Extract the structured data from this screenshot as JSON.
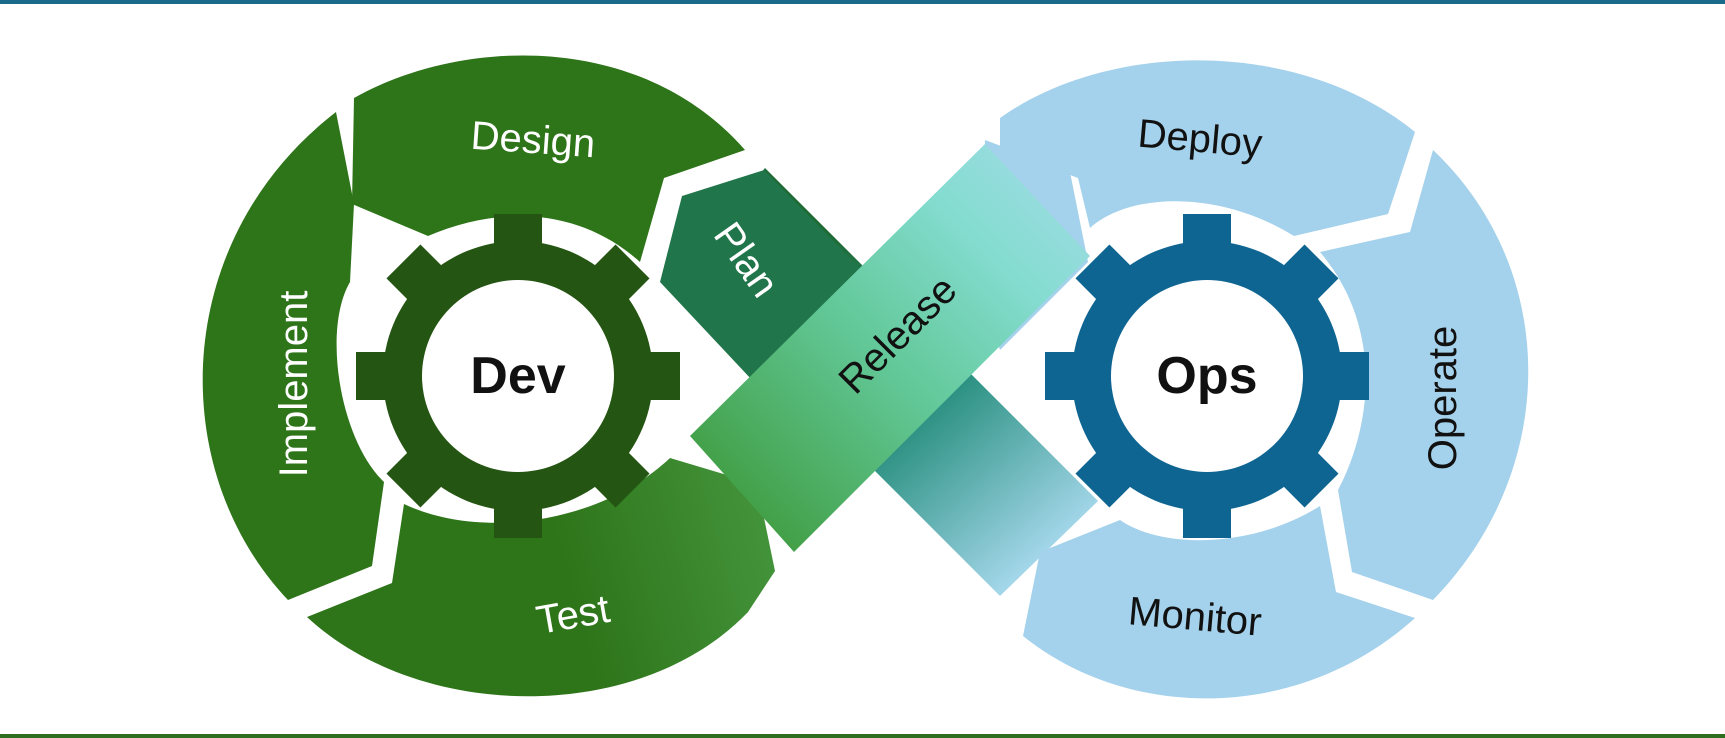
{
  "dev": {
    "center": "Dev",
    "stages": {
      "plan": "Plan",
      "design": "Design",
      "implement": "Implement",
      "test": "Test"
    }
  },
  "ops": {
    "center": "Ops",
    "stages": {
      "deploy": "Deploy",
      "operate": "Operate",
      "monitor": "Monitor"
    }
  },
  "release": "Release",
  "colors": {
    "dev_green": "#2e7419",
    "dev_gear": "#245512",
    "plan_green": "#21754a",
    "ops_light": "#a4d1eb",
    "ops_gear": "#0f6592",
    "release_teal": "#73d1be",
    "rule_top": "#1a6b8a",
    "rule_bottom": "#2e6e1e"
  }
}
